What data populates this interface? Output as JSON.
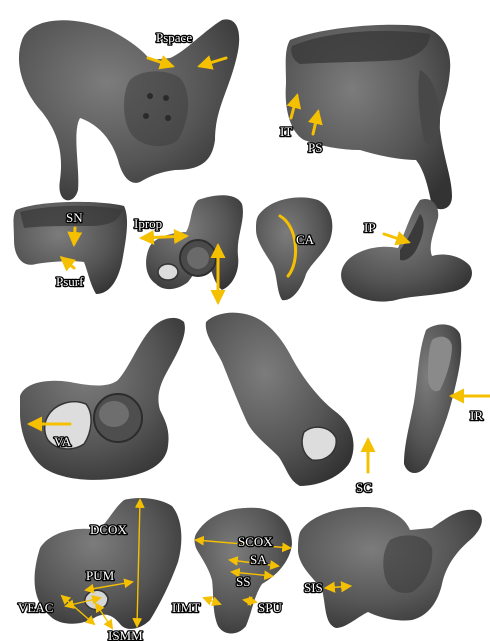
{
  "figure": {
    "labels": {
      "pspace": "Pspace",
      "it": "IT",
      "ps": "PS",
      "sn": "SN",
      "psurf": "Psurf",
      "iprop": "Iprop",
      "ca": "CA",
      "ip": "IP",
      "va": "VA",
      "ir": "IR",
      "sc": "SC",
      "dcox": "DCOX",
      "pum": "PUM",
      "veac": "VEAC",
      "ismm": "ISMM",
      "scox": "SCOX",
      "sa": "SA",
      "iimt": "IIMT",
      "ss": "SS",
      "spu": "SPU",
      "sis": "SIS"
    },
    "colors": {
      "background": "#ffffff",
      "bone": "#5a5a5a",
      "bone_dark": "#383838",
      "bone_light": "#7c7c7c",
      "annotation": "#f5c000"
    }
  }
}
